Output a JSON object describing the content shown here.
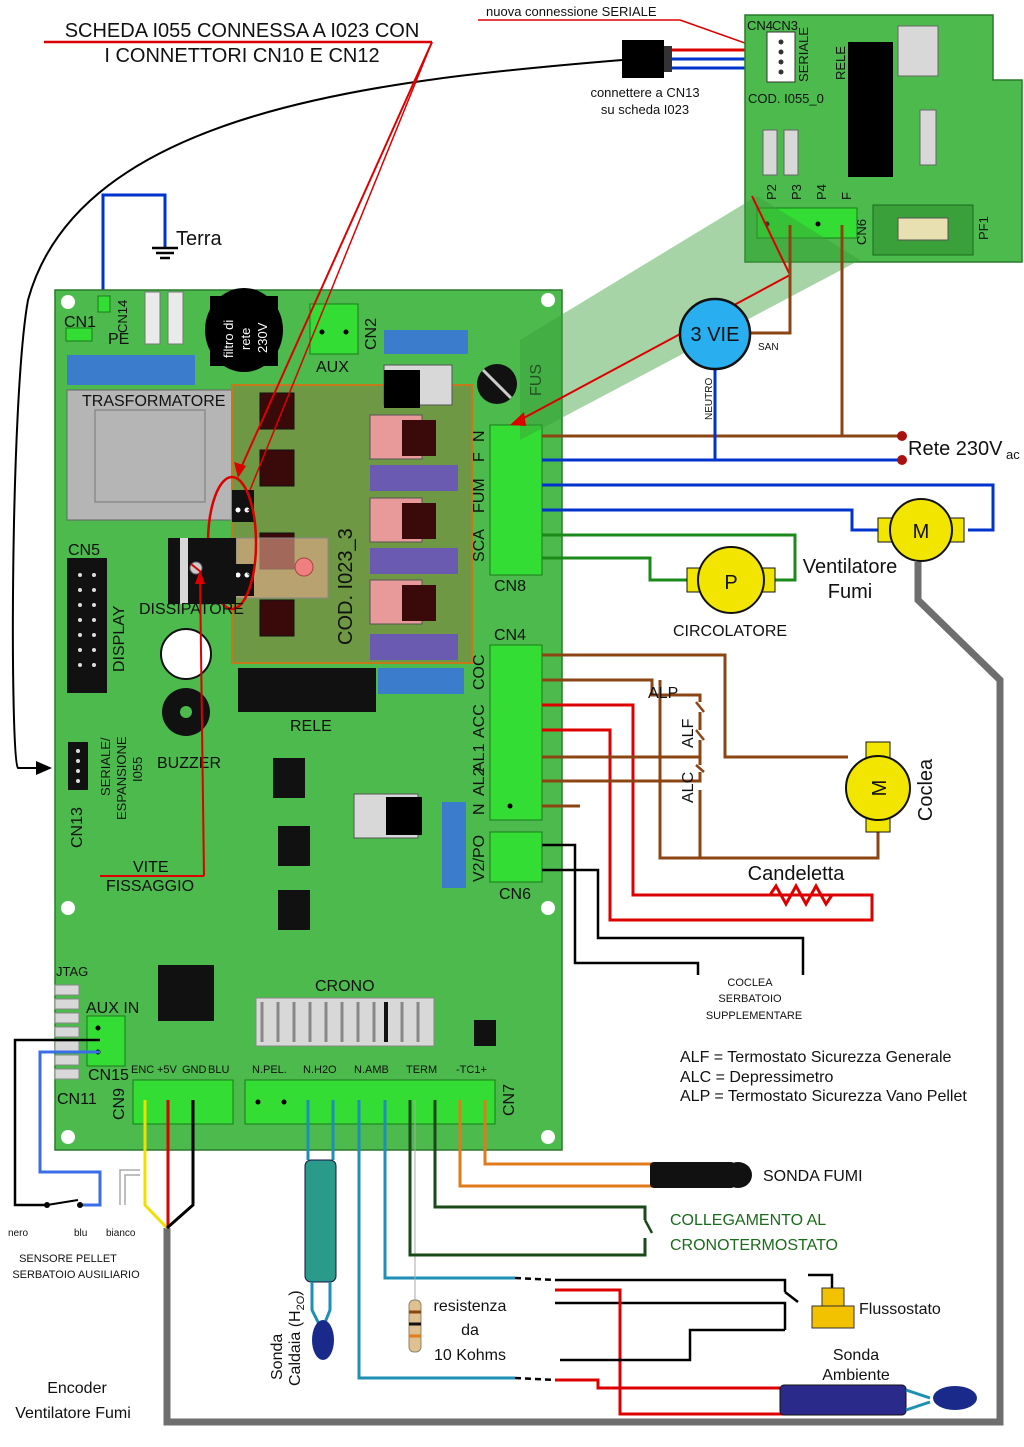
{
  "title": {
    "line1": "SCHEDA I055 CONNESSA A I023 CON",
    "line2": "I CONNETTORI CN10 E CN12"
  },
  "serial_note": {
    "new_connection": "nuova connessione SERIALE",
    "connect_line1": "connettere  a CN13",
    "connect_line2": "su scheda I023"
  },
  "ground": {
    "label": "Terra"
  },
  "board_i055": {
    "cn4": "CN4",
    "cn3": "CN3",
    "seriale": "SERIALE",
    "rele": "RELE",
    "code": "COD. I055_0",
    "p2": "P2",
    "p3": "P3",
    "p4": "P4",
    "f": "F",
    "cn6": "CN6",
    "pf1": "PF1"
  },
  "valve": {
    "label": "3 VIE",
    "san": "SAN",
    "neutro": "NEUTRO"
  },
  "mains": {
    "label": "Rete 230V",
    "sub": "ac"
  },
  "board_i023": {
    "cn1": "CN1",
    "cn14": "CN14",
    "pe": "PE",
    "filter_line1": "filtro di",
    "filter_line2": "rete",
    "filter_line3": "230V",
    "aux": "AUX",
    "cn2": "CN2",
    "fus": "FUS",
    "transformer": "TRASFORMATORE",
    "cn12": "CN12",
    "cn10": "CN10",
    "cn5": "CN5",
    "display": "DISPLAY",
    "dissipatore": "DISSIPATORE",
    "code": "COD. I023_3",
    "rele": "RELE",
    "buzzer": "BUZZER",
    "serial_exp_line1": "SERIALE/",
    "serial_exp_line2": "ESPANSIONE",
    "serial_exp_line3": "I055",
    "cn13": "CN13",
    "screw_line1": "VITE",
    "screw_line2": "FISSAGGIO",
    "jtag": "JTAG",
    "aux_in": "AUX IN",
    "cn15": "CN15",
    "cn11": "CN11",
    "cn9": "CN9",
    "crono": "CRONO",
    "cn9_pins": [
      "ENC",
      "+5V",
      "GND",
      "BLU"
    ],
    "cn7_pins": [
      "N.PEL.",
      "N.H2O",
      "N.AMB",
      "TERM",
      "-TC1+"
    ],
    "cn7": "CN7",
    "cn8": "CN8",
    "cn8_pins": [
      "N",
      "F",
      "FUM",
      "SCA"
    ],
    "cn4": "CN4",
    "cn4_pins": [
      "COC",
      "ACC",
      "AL1",
      "AL2",
      "N"
    ],
    "cn6": "CN6",
    "cn6_pin": "V2/PO"
  },
  "components": {
    "fan_symbol": "M",
    "fan_line1": "Ventilatore",
    "fan_line2": "Fumi",
    "pump_symbol": "P",
    "pump_label": "CIRCOLATORE",
    "auger_symbol": "M",
    "auger_label": "Coclea",
    "alp": "ALP",
    "alf": "ALF",
    "alc": "ALC",
    "glow_plug": "Candeletta",
    "aux_auger_line1": "COCLEA",
    "aux_auger_line2": "SERBATOIO",
    "aux_auger_line3": "SUPPLEMENTARE",
    "smoke_probe": "SONDA FUMI",
    "crono_line1": "COLLEGAMENTO AL",
    "crono_line2": "CRONOTERMOSTATO",
    "flow_switch": "Flussostato",
    "ambient_line1": "Sonda",
    "ambient_line2": "Ambiente",
    "resistor_line1": "resistenza",
    "resistor_line2": "da",
    "resistor_line3": "10 Kohms",
    "boiler_probe": "Sonda",
    "boiler_probe2": "Caldaia (H",
    "boiler_probe_sub": "2O",
    "boiler_probe_end": ")",
    "wire_nero": "nero",
    "wire_blu": "blu",
    "wire_bianco": "bianco",
    "pellet_sensor_line1": "SENSORE PELLET",
    "pellet_sensor_line2": "SERBATOIO AUSILIARIO",
    "encoder_line1": "Encoder",
    "encoder_line2": "Ventilatore Fumi"
  },
  "legend": {
    "alf": "ALF = Termostato Sicurezza Generale",
    "alc": "ALC = Depressimetro",
    "alp": "ALP = Termostato Sicurezza Vano Pellet"
  },
  "colors": {
    "board": "#4cba4c",
    "connector": "#33dd33",
    "wire_brown": "#8b4513",
    "wire_blue": "#0033cc",
    "wire_green": "#1a8a1a",
    "wire_red": "#dd0000",
    "wire_black": "#000000",
    "wire_gray": "#6e6e6e",
    "wire_cyan": "#1e8fb5",
    "wire_orange": "#e07a1a",
    "motor_yellow": "#f2e600",
    "valve_blue": "#29aef0"
  }
}
